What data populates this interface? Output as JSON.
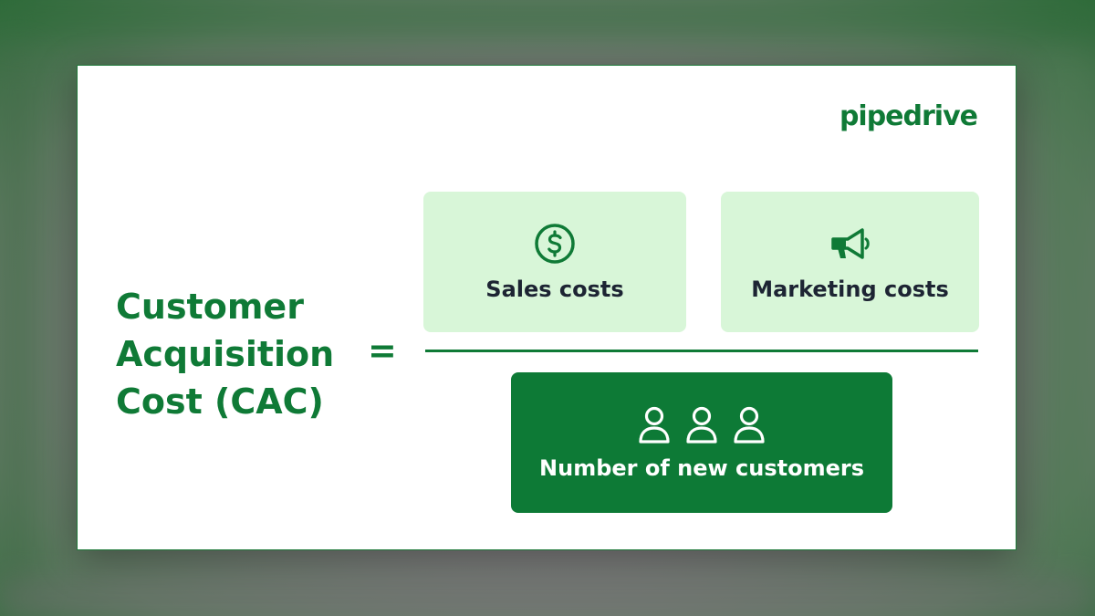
{
  "brand": {
    "logo_text": "pipedrive"
  },
  "formula": {
    "title_lines": [
      "Customer",
      "Acquisition",
      "Cost (CAC)"
    ],
    "equals": "=",
    "numerator": [
      {
        "label": "Sales costs",
        "icon": "dollar-circle-icon"
      },
      {
        "label": "Marketing costs",
        "icon": "megaphone-icon"
      }
    ],
    "denominator": {
      "label": "Number of new customers",
      "icon": "people-icon"
    }
  },
  "colors": {
    "brand_green": "#0f7a36",
    "light_green": "#d8f6d8",
    "dark_text": "#1d2433",
    "white": "#ffffff"
  }
}
